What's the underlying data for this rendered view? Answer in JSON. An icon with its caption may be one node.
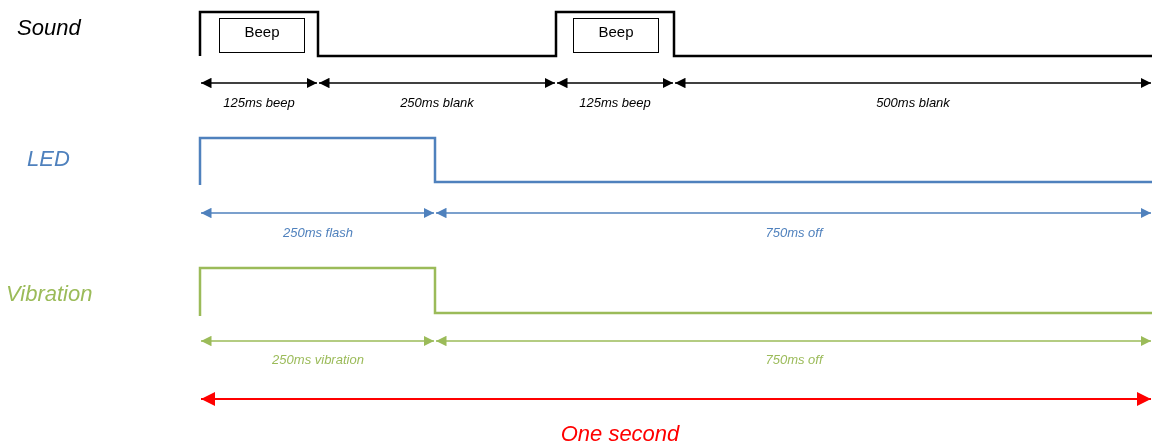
{
  "diagram": {
    "nodes": [
      {
        "text": [
          "Beep"
        ]
      },
      {
        "text": [
          "Beep"
        ]
      }
    ],
    "labels": [
      "Sound",
      "125ms beep",
      "250ms blank",
      "125ms beep",
      "500ms blank",
      "LED",
      "250ms flash",
      "750ms off",
      "Vibration",
      "250ms vibration",
      "750ms off",
      "One second"
    ]
  }
}
